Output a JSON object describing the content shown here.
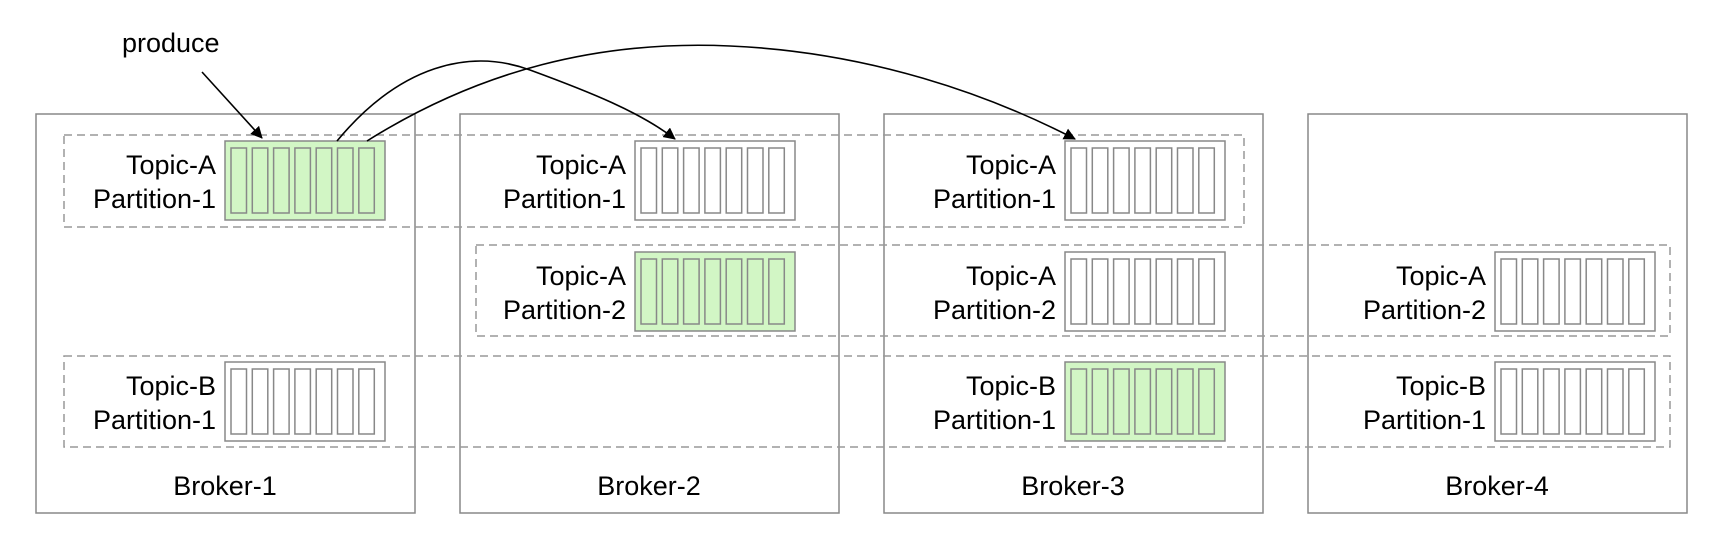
{
  "annotation": {
    "produce_label": "produce"
  },
  "colors": {
    "leader_fill": "#d2f6c5",
    "follower_fill": "#ffffff",
    "outline": "#888888",
    "text": "#000000"
  },
  "brokers": [
    {
      "label": "Broker-1",
      "replicas": [
        {
          "topic": "Topic-A",
          "partition": "Partition-1",
          "leader": true
        },
        {
          "topic": "Topic-B",
          "partition": "Partition-1",
          "leader": false
        }
      ]
    },
    {
      "label": "Broker-2",
      "replicas": [
        {
          "topic": "Topic-A",
          "partition": "Partition-1",
          "leader": false
        },
        {
          "topic": "Topic-A",
          "partition": "Partition-2",
          "leader": true
        }
      ]
    },
    {
      "label": "Broker-3",
      "replicas": [
        {
          "topic": "Topic-A",
          "partition": "Partition-1",
          "leader": false
        },
        {
          "topic": "Topic-A",
          "partition": "Partition-2",
          "leader": false
        },
        {
          "topic": "Topic-B",
          "partition": "Partition-1",
          "leader": true
        }
      ]
    },
    {
      "label": "Broker-4",
      "replicas": [
        {
          "topic": "Topic-A",
          "partition": "Partition-2",
          "leader": false
        },
        {
          "topic": "Topic-B",
          "partition": "Partition-1",
          "leader": false
        }
      ]
    }
  ]
}
